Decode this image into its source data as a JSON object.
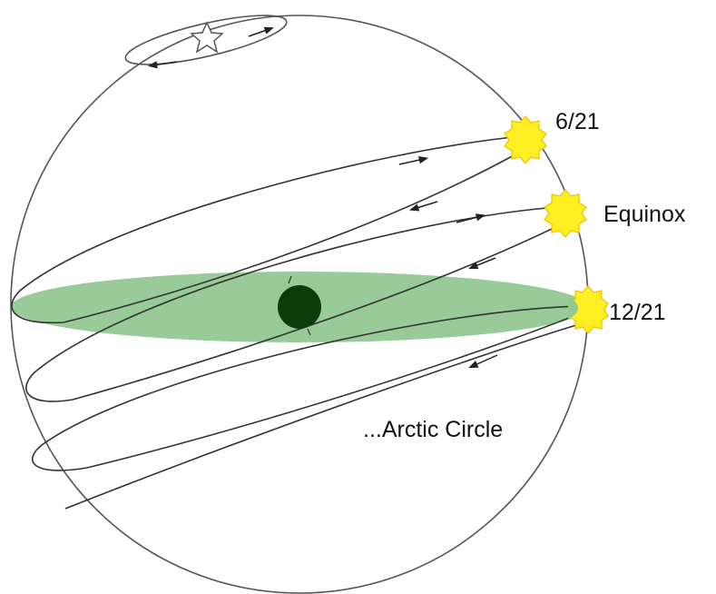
{
  "labels": {
    "june_solstice": "6/21",
    "equinox": "Equinox",
    "december_solstice": "12/21",
    "arctic_circle": "...Arctic Circle"
  },
  "colors": {
    "sun_fill": "#ffee22",
    "sun_stroke": "#e8c400",
    "horizon_plane": "#92c892",
    "observer": "#0b3d0b",
    "sphere_outline": "#555555",
    "sun_paths": "#333333"
  },
  "icons": {
    "sun": "sun-icon",
    "observer": "observer-icon",
    "polaris": "star-icon",
    "direction": "arrow-icon"
  }
}
